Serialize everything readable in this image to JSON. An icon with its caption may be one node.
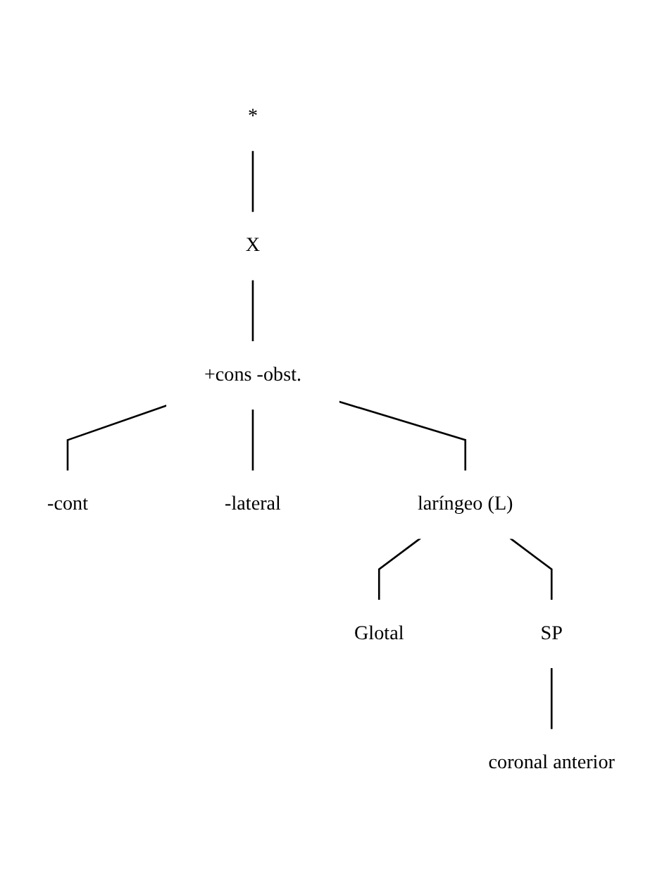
{
  "diagram": {
    "nodes": [
      {
        "text": [
          "*"
        ]
      },
      {
        "text": [
          "X"
        ]
      },
      {
        "text": [
          "+cons -obst."
        ]
      },
      {
        "text": [
          "-cont"
        ]
      },
      {
        "text": [
          "-lateral"
        ]
      },
      {
        "text": [
          "laríngeo (L)"
        ]
      },
      {
        "text": [
          "Glotal"
        ]
      },
      {
        "text": [
          "SP"
        ]
      },
      {
        "text": [
          "coronal anterior"
        ]
      }
    ],
    "edges": [
      {
        "from": 0,
        "to": 1,
        "arrow": "none"
      },
      {
        "from": 1,
        "to": 2,
        "arrow": "none"
      },
      {
        "from": 2,
        "to": 3,
        "arrow": "none"
      },
      {
        "from": 2,
        "to": 4,
        "arrow": "none"
      },
      {
        "from": 2,
        "to": 5,
        "arrow": "none"
      },
      {
        "from": 5,
        "to": 6,
        "arrow": "none"
      },
      {
        "from": 5,
        "to": 7,
        "arrow": "none"
      },
      {
        "from": 7,
        "to": 8,
        "arrow": "none"
      }
    ]
  }
}
